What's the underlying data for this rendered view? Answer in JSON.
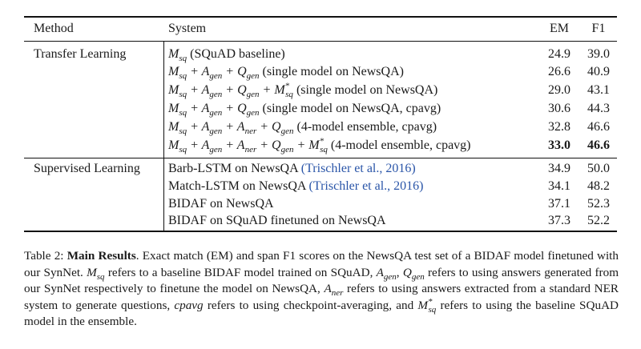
{
  "table": {
    "headers": {
      "method": "Method",
      "system": "System",
      "em": "EM",
      "f1": "F1"
    },
    "transfer_group": "Transfer Learning",
    "supervised_group": "Supervised Learning",
    "rows": [
      {
        "system_note": " (SQuAD baseline)",
        "em": "24.9",
        "f1": "39.0"
      },
      {
        "system_note": " (single model on NewsQA)",
        "em": "26.6",
        "f1": "40.9"
      },
      {
        "system_note": " (single model on NewsQA)",
        "em": "29.0",
        "f1": "43.1"
      },
      {
        "system_note": " (single model on NewsQA, cpavg)",
        "em": "30.6",
        "f1": "44.3"
      },
      {
        "system_note": " (4-model ensemble, cpavg)",
        "em": "32.8",
        "f1": "46.6"
      },
      {
        "system_note": " (4-model ensemble, cpavg)",
        "em": "33.0",
        "f1": "46.6"
      },
      {
        "system": "Barb-LSTM on NewsQA ",
        "cite": "(Trischler et al., 2016)",
        "em": "34.9",
        "f1": "50.0"
      },
      {
        "system": "Match-LSTM on NewsQA ",
        "cite": "(Trischler et al., 2016)",
        "em": "34.1",
        "f1": "48.2"
      },
      {
        "system": "BIDAF on NewsQA",
        "em": "37.1",
        "f1": "52.3"
      },
      {
        "system": "BIDAF on SQuAD finetuned on NewsQA",
        "em": "37.3",
        "f1": "52.2"
      }
    ]
  },
  "caption": {
    "label": "Table 2: ",
    "title": "Main Results",
    "t1": ". Exact match (EM) and span F1 scores on the NewsQA test set of a BIDAF model finetuned with our SynNet. ",
    "t2": " refers to a baseline BIDAF model trained on SQuAD, ",
    "t3": ", ",
    "t4": " refers to using answers generated from our SynNet respectively to finetune the model on NewsQA, ",
    "t5": " refers to using answers extracted from a standard NER system to generate questions, ",
    "t6": " refers to using checkpoint-averaging, and ",
    "t7": " refers to using the baseline SQuAD model in the ensemble."
  }
}
